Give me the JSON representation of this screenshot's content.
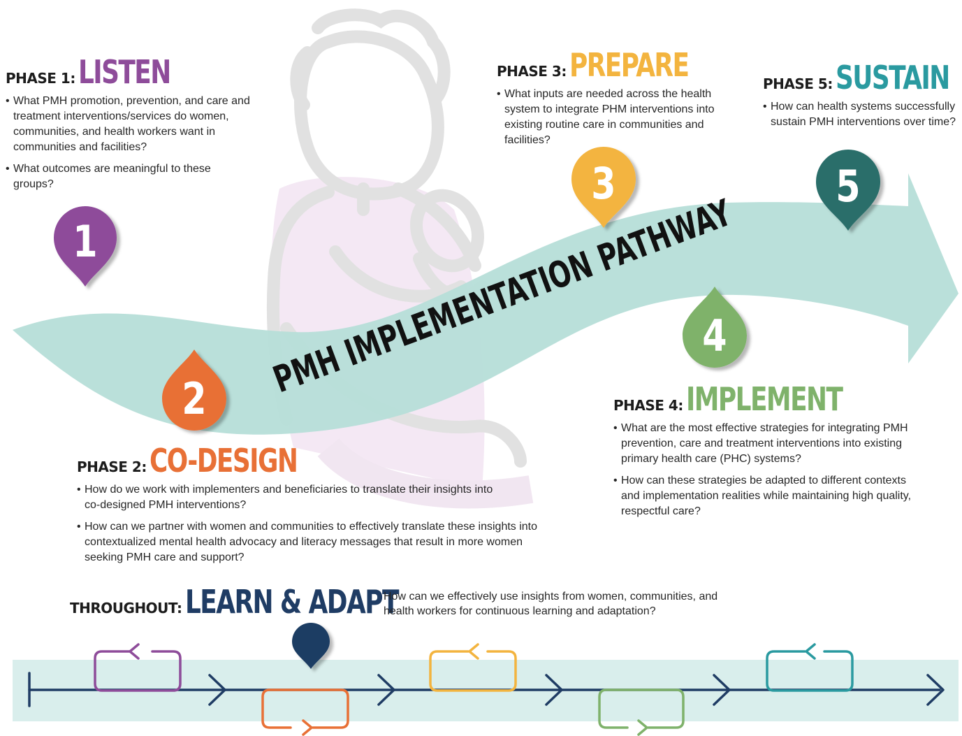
{
  "pathway_title": "PMH IMPLEMENTATION PATHWAY",
  "colors": {
    "phase1": "#8e4c9a",
    "phase2": "#e87036",
    "phase3": "#f3b43f",
    "phase4": "#7fb26b",
    "phase5": "#2a6e6b",
    "learn_adapt": "#1f3c64",
    "arrow": "#b6ded8",
    "timeline_band": "#d9eeec"
  },
  "phases": [
    {
      "number": "1",
      "prefix": "PHASE 1:",
      "name": "LISTEN",
      "color": "#8e4c9a",
      "questions": [
        "What PMH promotion, prevention, and care and treatment interventions/services do women, communities, and health workers want in communities and facilities?",
        "What outcomes are meaningful to these groups?"
      ]
    },
    {
      "number": "2",
      "prefix": "PHASE 2:",
      "name": "CO-DESIGN",
      "color": "#e87036",
      "questions": [
        "How do we work with implementers and beneficiaries to translate their insights into co-designed PMH interventions?",
        "How can we partner with women and communities to effectively translate these insights into contextualized mental health advocacy and literacy messages that result in more women seeking PMH care and support?"
      ]
    },
    {
      "number": "3",
      "prefix": "PHASE 3:",
      "name": "PREPARE",
      "color": "#f3b43f",
      "questions": [
        "What inputs are needed across the health system to integrate PHM interventions into existing routine care in communities and facilities?"
      ]
    },
    {
      "number": "4",
      "prefix": "PHASE 4:",
      "name": "IMPLEMENT",
      "color": "#7fb26b",
      "questions": [
        "What are the most effective strategies for integrating PMH prevention, care and treatment interventions into existing primary health care (PHC) systems?",
        "How can these strategies be adapted to different contexts and implementation realities while maintaining high quality, respectful care?"
      ]
    },
    {
      "number": "5",
      "prefix": "PHASE 5:",
      "name": "SUSTAIN",
      "color": "#2a9aa0",
      "questions": [
        "How can health systems successfully sustain PMH interventions over time?"
      ]
    }
  ],
  "learn_adapt": {
    "prefix": "THROUGHOUT:",
    "name": "LEARN & ADAPT",
    "question": "How can we effectively use insights from women, communities, and health workers for continuous learning and adaptation?"
  }
}
